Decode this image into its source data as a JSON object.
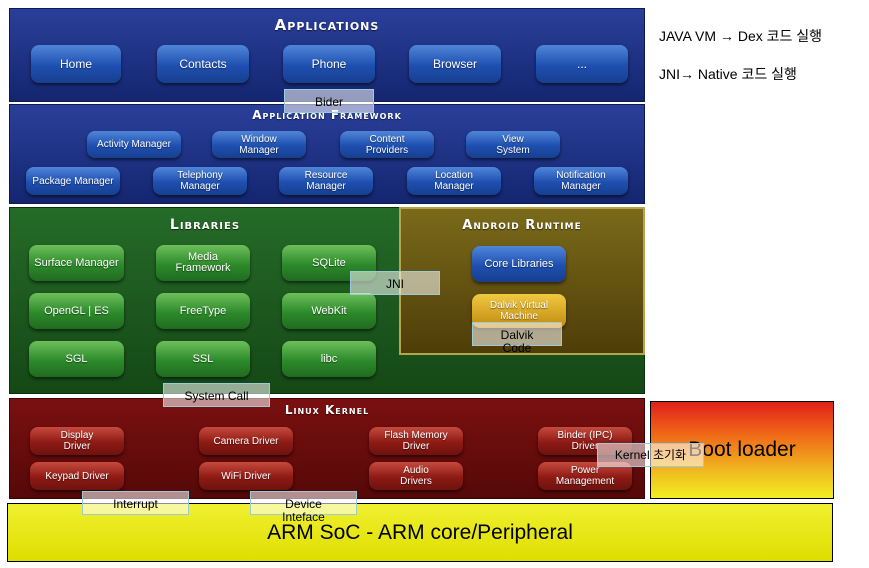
{
  "applications": {
    "title": "Applications",
    "items": [
      "Home",
      "Contacts",
      "Phone",
      "Browser",
      "..."
    ]
  },
  "framework": {
    "title": "Application Framework",
    "row1": [
      "Activity Manager",
      "Window\nManager",
      "Content\nProviders",
      "View\nSystem"
    ],
    "row2": [
      "Package Manager",
      "Telephony\nManager",
      "Resource\nManager",
      "Location\nManager",
      "Notification\nManager"
    ]
  },
  "libraries": {
    "title": "Libraries",
    "items": [
      "Surface Manager",
      "Media\nFramework",
      "SQLite",
      "OpenGL | ES",
      "FreeType",
      "WebKit",
      "SGL",
      "SSL",
      "libc"
    ]
  },
  "runtime": {
    "title": "Android Runtime",
    "core": "Core Libraries",
    "dalvik": "Dalvik Virtual\nMachine"
  },
  "kernel": {
    "title": "Linux Kernel",
    "items": [
      "Display\nDriver",
      "Camera Driver",
      "Flash Memory\nDriver",
      "Binder (IPC)\nDriver",
      "Keypad Driver",
      "WiFi Driver",
      "Audio\nDrivers",
      "Power\nManagement"
    ]
  },
  "boot_loader": "Boot loader",
  "soc": "ARM SoC - ARM core/Peripheral",
  "overlays": {
    "bider": "Bider",
    "jni": "JNI",
    "dalvik_code": "Dalvik\nCode",
    "system_call": "System Call",
    "kernel_init": "Kernel 초기화",
    "interrupt": "Interrupt",
    "device_interface": "Device\nInteface"
  },
  "notes": {
    "line1": "JAVA VM → Dex 코드 실행",
    "line2": "JNI→ Native 코드 실행"
  },
  "colors": {
    "applications_bg": "#1a2f86",
    "framework_bg": "#1a2f86",
    "libraries_bg": "#1b5a1f",
    "runtime_bg": "#6b5410",
    "kernel_bg": "#6e0c0c",
    "soc_bg": "#e8e800",
    "boot_top": "#e0201a",
    "boot_bottom": "#f2ee20"
  }
}
